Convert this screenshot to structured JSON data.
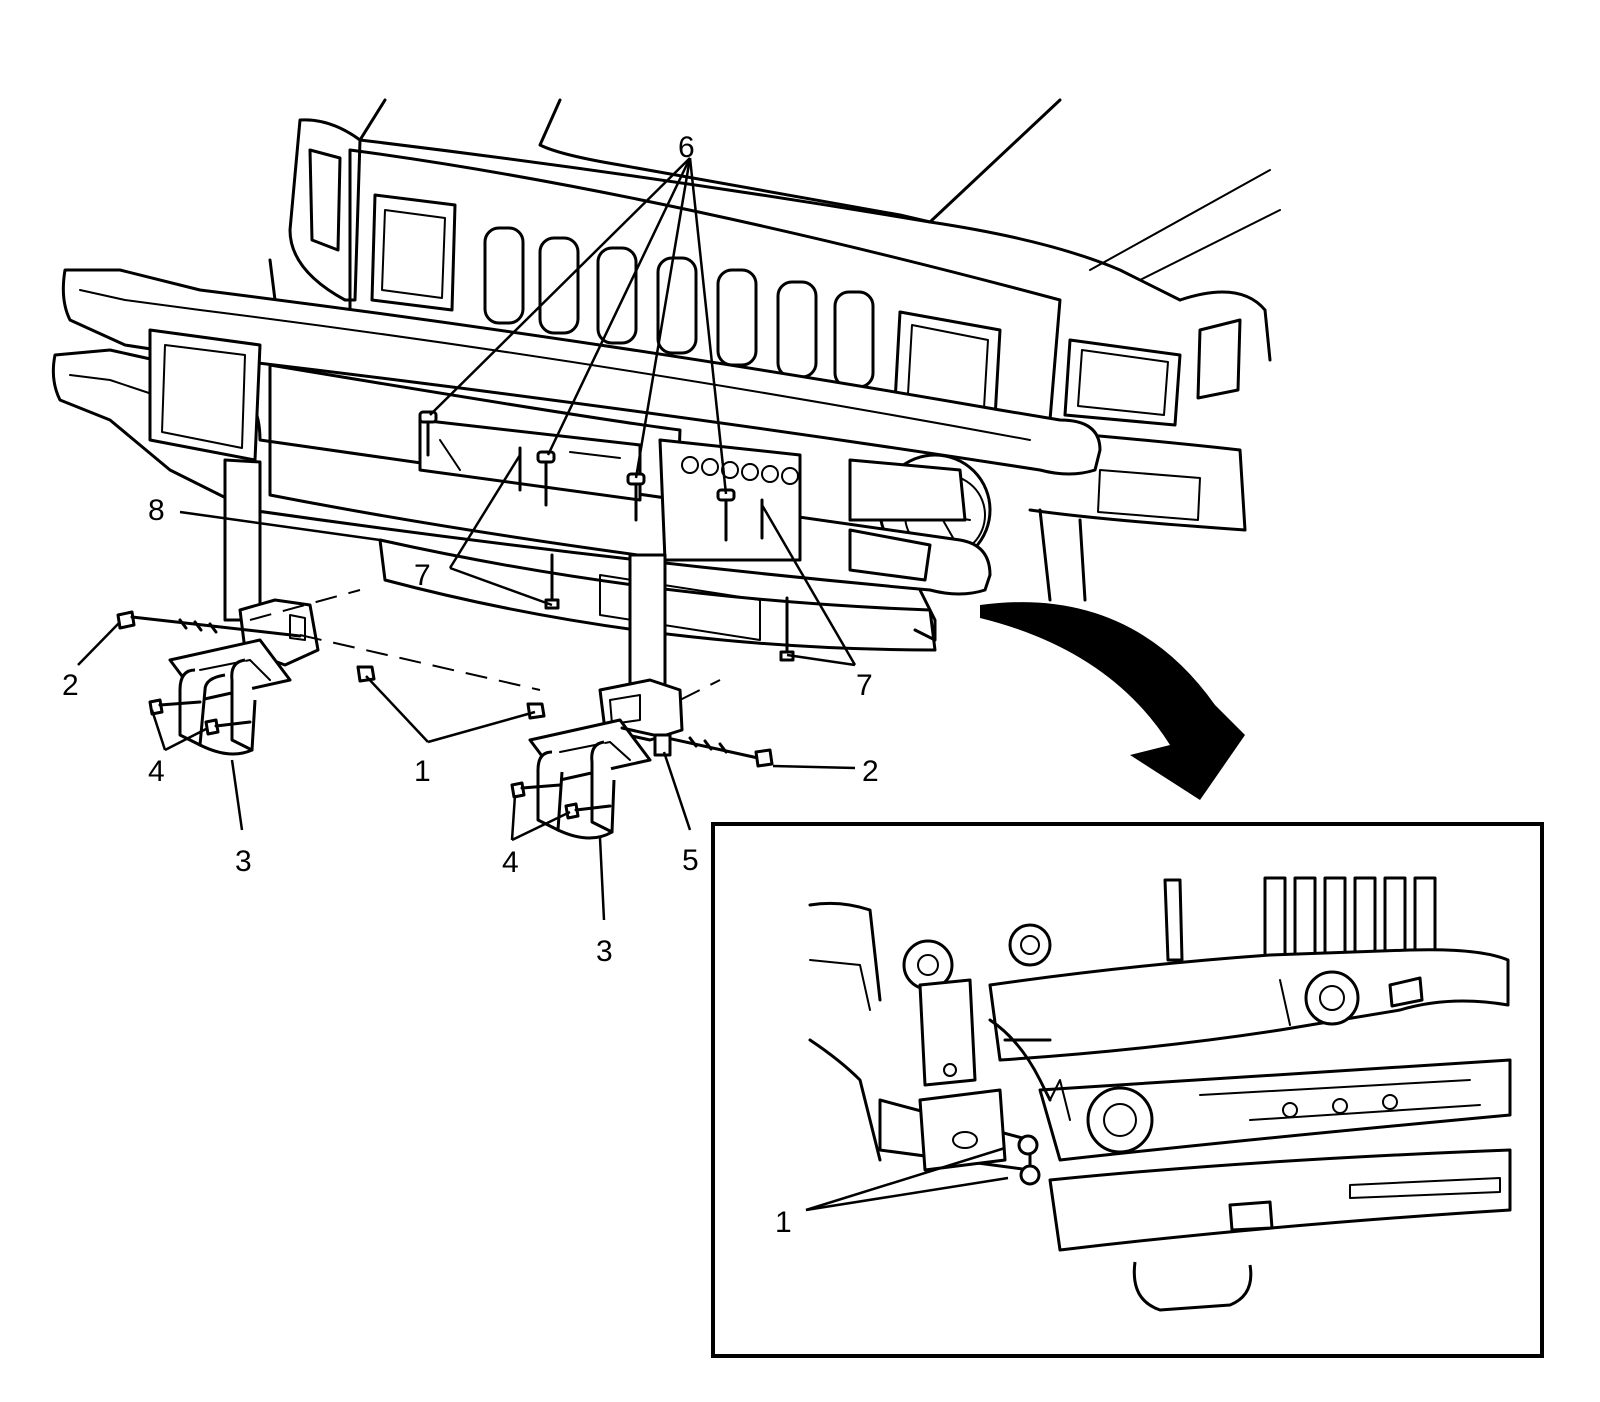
{
  "callouts": {
    "c1": "1",
    "c2": "2",
    "c3": "3",
    "c4": "4",
    "c5": "5",
    "c6": "6",
    "c7": "7",
    "c8": "8"
  },
  "inset": {
    "callout": "1"
  }
}
